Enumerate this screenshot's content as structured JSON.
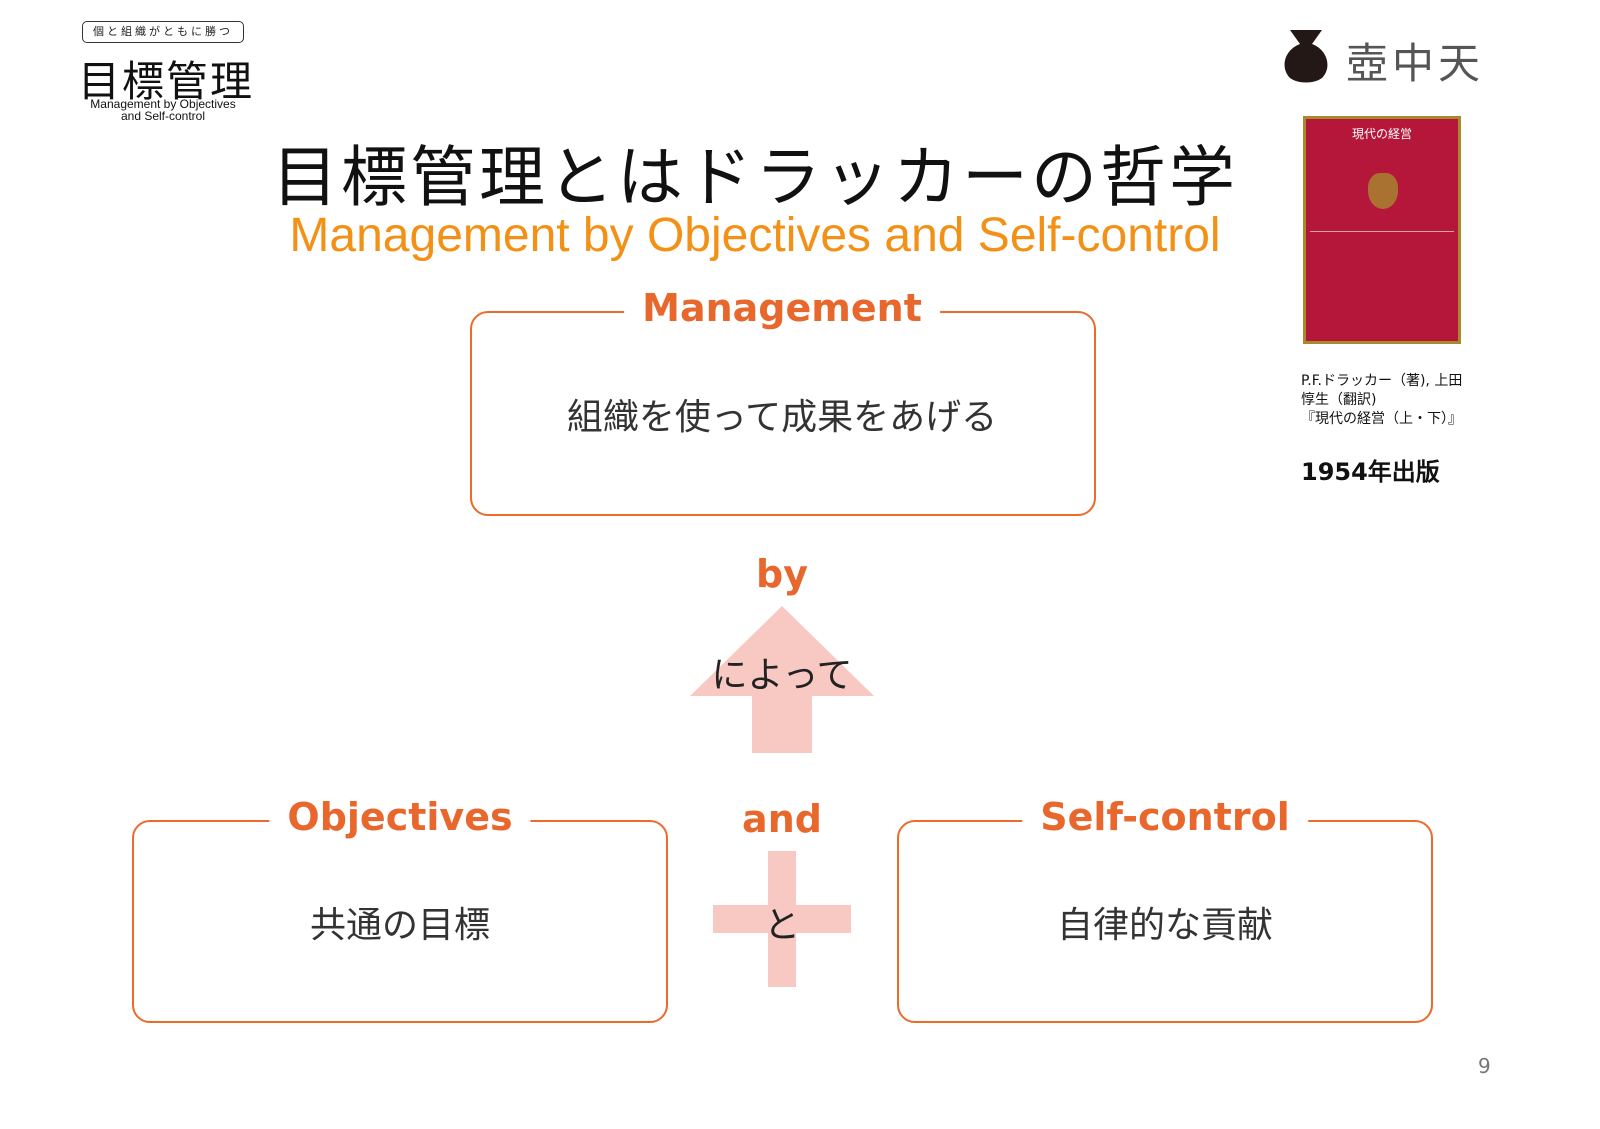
{
  "logo": {
    "tagline": "個と組織がともに勝つ",
    "name": "目標管理",
    "subtitle_line1": "Management by Objectives",
    "subtitle_line2": "and Self-control"
  },
  "brand": {
    "name": "壺中天",
    "icon": "pot-icon"
  },
  "title": "目標管理とはドラッカーの哲学",
  "subtitle": "Management by Objectives and Self-control",
  "management": {
    "label": "Management",
    "text": "組織を使って成果をあげる"
  },
  "by": {
    "label": "by",
    "text": "によって",
    "icon": "up-arrow-icon"
  },
  "objectives": {
    "label": "Objectives",
    "text": "共通の目標"
  },
  "and": {
    "label": "and",
    "text": "と",
    "icon": "plus-icon"
  },
  "self_control": {
    "label": "Self-control",
    "text": "自律的な貢献"
  },
  "book": {
    "cover_title": "現代の経営",
    "credit_line1": "P.F.ドラッカー（著), 上田",
    "credit_line2": "惇生（翻訳)",
    "credit_line3": "『現代の経営（上・下）』",
    "year": "1954年出版"
  },
  "page_number": "9",
  "colors": {
    "accent": "#ee6a2a",
    "subtitle": "#f39117",
    "arrow": "#f7c9c2",
    "book": "#b5173a"
  }
}
